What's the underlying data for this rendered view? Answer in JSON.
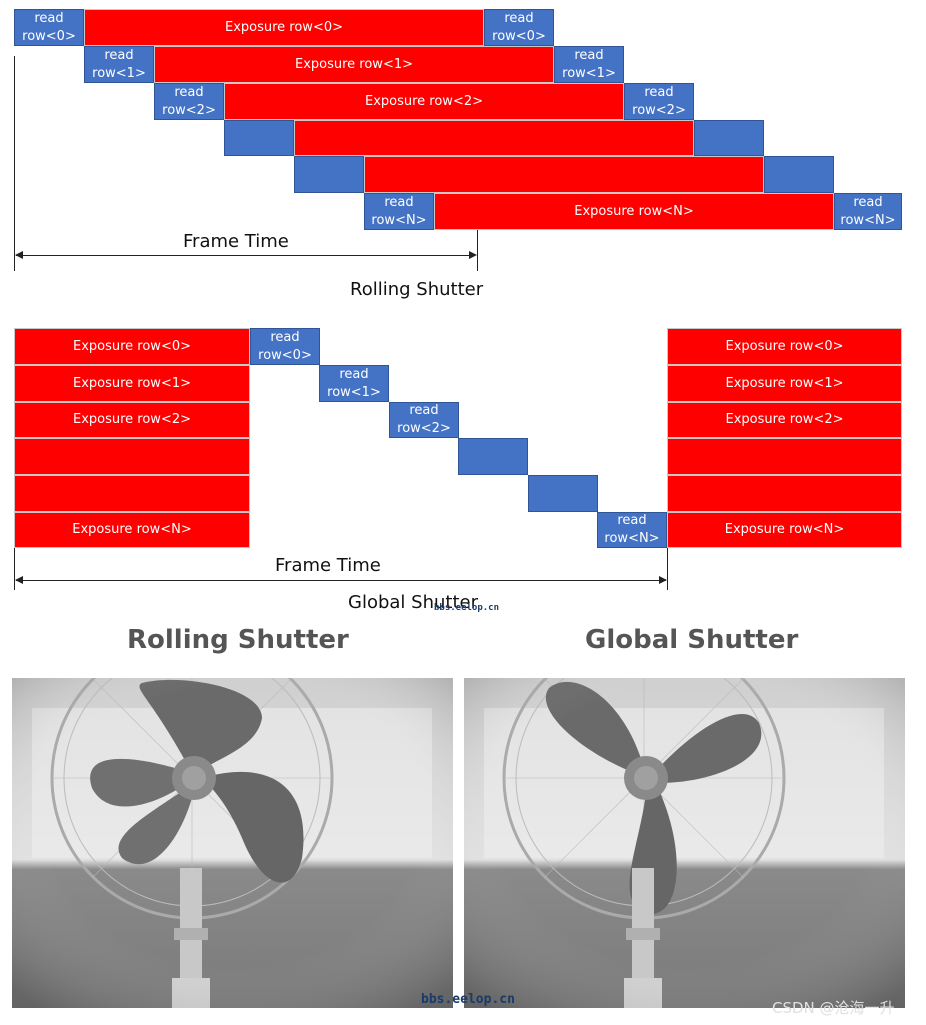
{
  "rolling": {
    "caption": "Rolling Shutter",
    "frame_time_label": "Frame Time",
    "rows": [
      {
        "read": "read\nrow<0>",
        "exposure": "Exposure row<0>"
      },
      {
        "read": "read\nrow<1>",
        "exposure": "Exposure row<1>"
      },
      {
        "read": "read\nrow<2>",
        "exposure": "Exposure row<2>"
      },
      {
        "read": "",
        "exposure": ""
      },
      {
        "read": "",
        "exposure": ""
      },
      {
        "read": "read\nrow<N>",
        "exposure": "Exposure row<N>"
      }
    ]
  },
  "global": {
    "caption": "Global Shutter",
    "frame_time_label": "Frame Time",
    "watermark": "bbs.eelop.cn",
    "rows": [
      {
        "read": "read\nrow<0>",
        "exposure": "Exposure row<0>"
      },
      {
        "read": "read\nrow<1>",
        "exposure": "Exposure row<1>"
      },
      {
        "read": "read\nrow<2>",
        "exposure": "Exposure row<2>"
      },
      {
        "read": "",
        "exposure": ""
      },
      {
        "read": "",
        "exposure": ""
      },
      {
        "read": "read\nrow<N>",
        "exposure": "Exposure row<N>"
      }
    ]
  },
  "photos": {
    "left_title": "Rolling Shutter",
    "right_title": "Global Shutter",
    "watermark": "bbs.eelop.cn",
    "credit": "CSDN @沧海一升"
  },
  "colors": {
    "exposure": "#ff0000",
    "read": "#4472c4"
  }
}
